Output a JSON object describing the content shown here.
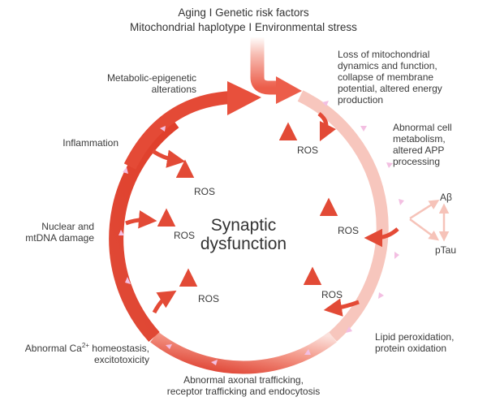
{
  "top": {
    "line1": "Aging  I  Genetic risk factors",
    "line2": "Mitochondrial haplotype  I  Environmental stress"
  },
  "center": {
    "line1": "Synaptic",
    "line2": "dysfunction"
  },
  "labels": {
    "loss_1": "Loss of mitochondrial",
    "loss_2": "dynamics and function,",
    "loss_3": "collapse of membrane",
    "loss_4": "potential, altered energy",
    "loss_5": "production",
    "abnormal_cell_1": "Abnormal cell",
    "abnormal_cell_2": "metabolism,",
    "abnormal_cell_3": "altered APP",
    "abnormal_cell_4": "processing",
    "abeta": "Aβ",
    "ptau": "pTau",
    "lipid_1": "Lipid peroxidation,",
    "lipid_2": "protein oxidation",
    "axonal_1": "Abnormal axonal trafficking,",
    "axonal_2": "receptor trafficking and endocytosis",
    "calcium_pre": "Abnormal Ca",
    "calcium_sup": "2+",
    "calcium_post": " homeostasis,",
    "calcium_2": "excitotoxicity",
    "nuclear_1": "Nuclear and",
    "nuclear_2": "mtDNA damage",
    "inflammation": "Inflammation",
    "metabolic_1": "Metabolic-epigenetic",
    "metabolic_2": "alterations"
  },
  "ros": {
    "label": "ROS"
  },
  "colors": {
    "dark_red": "#e0402c",
    "mid_red": "#ef7060",
    "light_pink": "#f8cfc6",
    "chevron": "#f3c2e6",
    "text": "#3a3a3a"
  }
}
